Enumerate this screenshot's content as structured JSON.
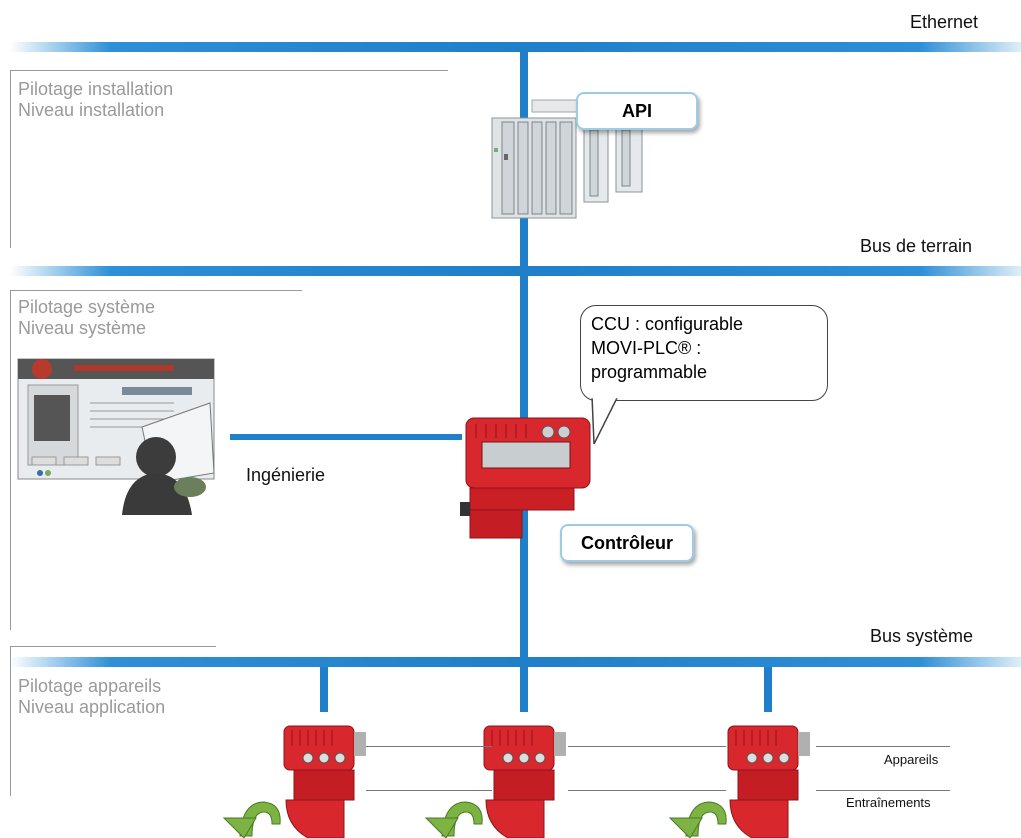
{
  "buses": {
    "ethernet": "Ethernet",
    "fieldbus": "Bus de terrain",
    "systembus": "Bus système"
  },
  "levels": {
    "installation": {
      "line1": "Pilotage installation",
      "line2": "Niveau installation"
    },
    "system": {
      "line1": "Pilotage système",
      "line2": "Niveau système"
    },
    "devices": {
      "line1": "Pilotage appareils",
      "line2": "Niveau application"
    }
  },
  "plc_label": "API",
  "controller_label": "Contrôleur",
  "engineering_label": "Ingénierie",
  "speech": {
    "line1": "CCU : configurable",
    "line2": "MOVI-PLC® :",
    "line3": "programmable"
  },
  "device_labels": {
    "appareils": "Appareils",
    "entrainements": "Entraînements"
  },
  "icons": [
    "plc-rack-icon",
    "engineering-workstation-icon",
    "controller-device-icon",
    "drive-unit-icon",
    "rotation-arrow-icon"
  ],
  "colors": {
    "bus": "#1f7fc8",
    "device_red": "#d9272e",
    "callout_border": "#9ccce8"
  }
}
